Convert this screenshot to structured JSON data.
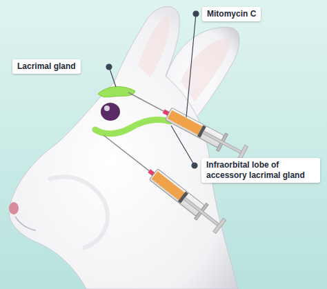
{
  "diagram": {
    "labels": [
      "Mitomycin C",
      "Lacrimal gland",
      "Infraorbital lobe of accessory lacrimal gland"
    ]
  }
}
